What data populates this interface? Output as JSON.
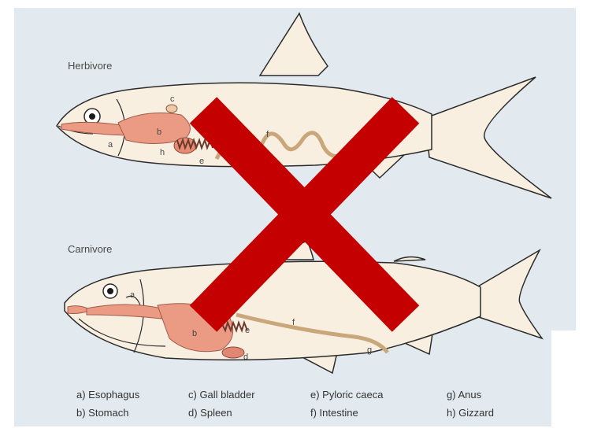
{
  "panels": {
    "herbivore": "Herbivore",
    "carnivore": "Carnivore"
  },
  "organ_letters": {
    "a": "a",
    "b": "b",
    "c": "c",
    "d": "d",
    "e": "e",
    "f": "f",
    "g": "g",
    "h": "h"
  },
  "legend": [
    {
      "text": "a) Esophagus"
    },
    {
      "text": "b) Stomach"
    },
    {
      "text": "c) Gall bladder"
    },
    {
      "text": "d) Spleen"
    },
    {
      "text": "e) Pyloric caeca"
    },
    {
      "text": "f) Intestine"
    },
    {
      "text": "g) Anus"
    },
    {
      "text": "h) Gizzard"
    }
  ],
  "colors": {
    "background": "#e3eaef",
    "fish_body": "#f8efe0",
    "outline": "#2b2b2b",
    "stomach": "#eb9a84",
    "intestine": "#d9c3a1",
    "cross": "#c40000"
  }
}
